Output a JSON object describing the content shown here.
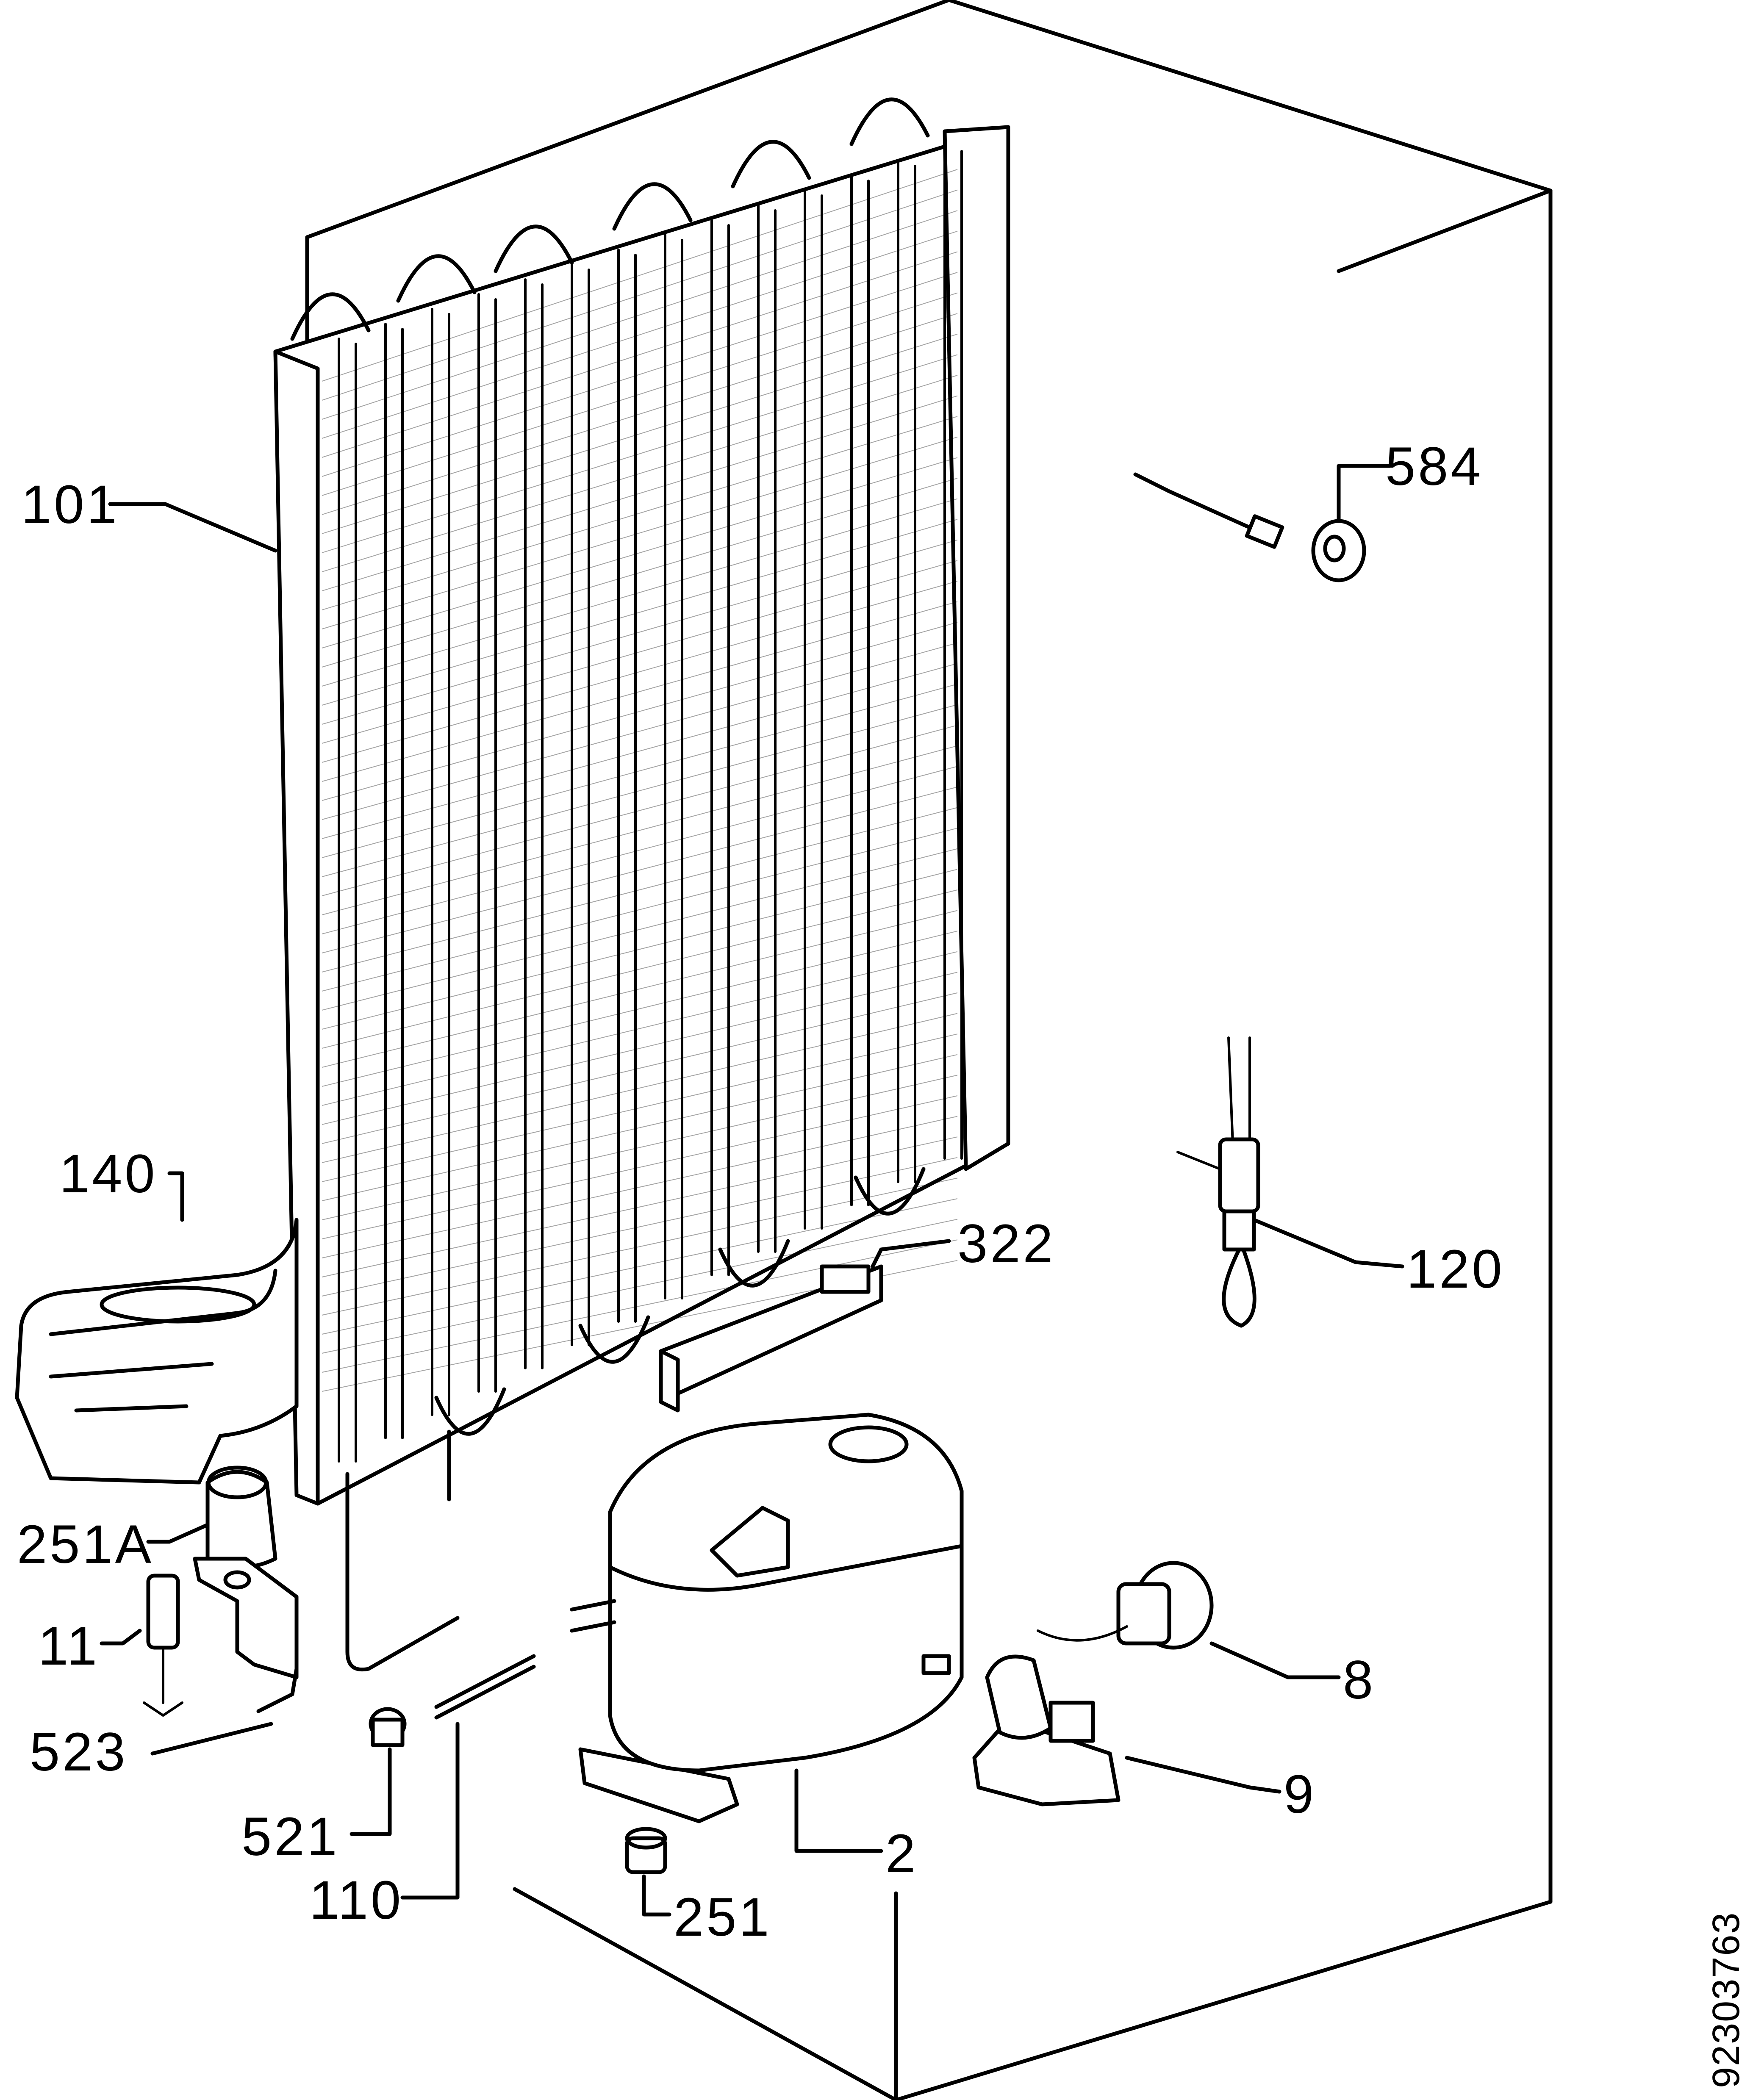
{
  "figure_code": "92303763",
  "callouts": [
    {
      "id": "101",
      "label": "101"
    },
    {
      "id": "584",
      "label": "584"
    },
    {
      "id": "140",
      "label": "140"
    },
    {
      "id": "322",
      "label": "322"
    },
    {
      "id": "120",
      "label": "120"
    },
    {
      "id": "251A",
      "label": "251A"
    },
    {
      "id": "11",
      "label": "11"
    },
    {
      "id": "523",
      "label": "523"
    },
    {
      "id": "8",
      "label": "8"
    },
    {
      "id": "9",
      "label": "9"
    },
    {
      "id": "521",
      "label": "521"
    },
    {
      "id": "2",
      "label": "2"
    },
    {
      "id": "110",
      "label": "110"
    },
    {
      "id": "251",
      "label": "251"
    }
  ]
}
